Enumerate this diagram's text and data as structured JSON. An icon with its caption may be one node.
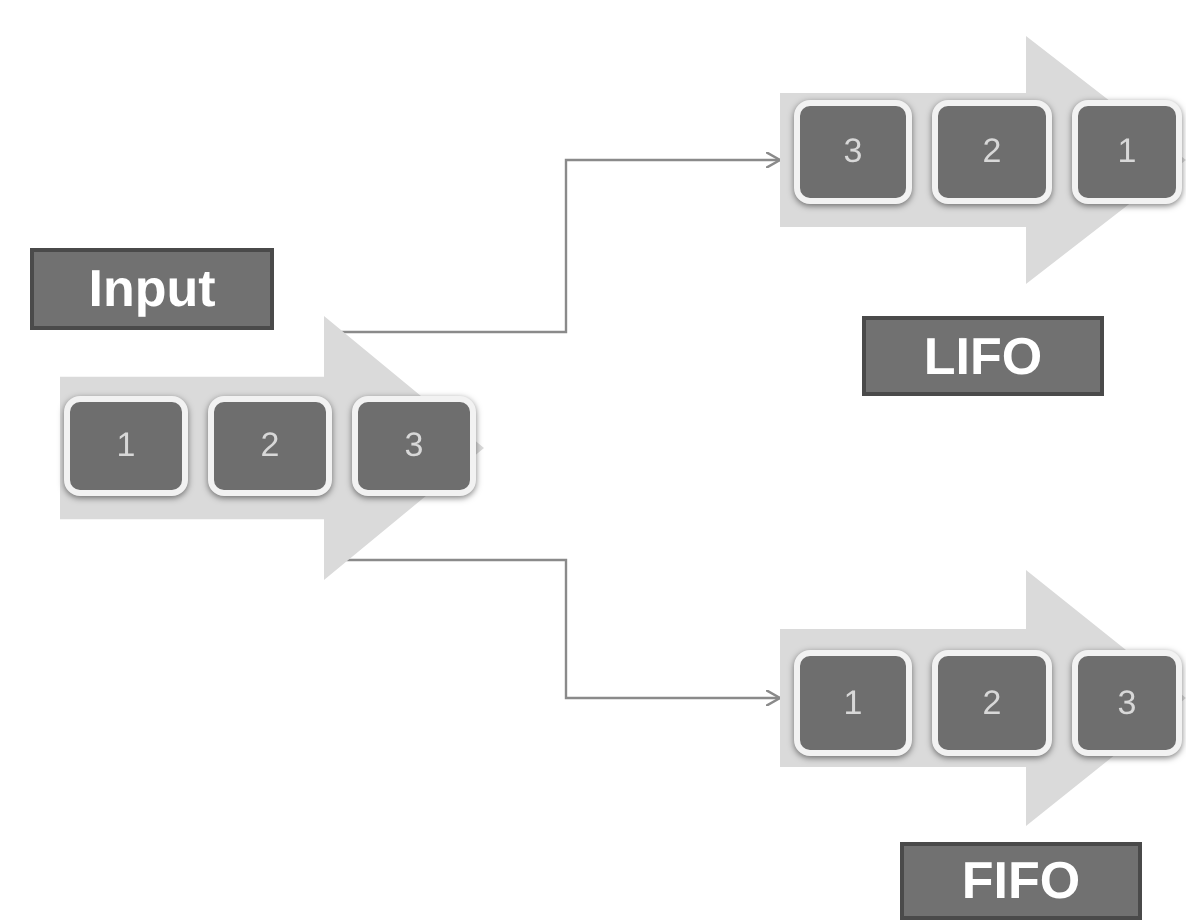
{
  "diagram": {
    "nodes": [
      {
        "text": [
          "Input"
        ]
      },
      {
        "text": [],
        "shape": "arrow"
      },
      {
        "text": [
          "1"
        ],
        "in": 1
      },
      {
        "text": [
          "2"
        ],
        "in": 1
      },
      {
        "text": [
          "3"
        ],
        "in": 1
      },
      {
        "text": [],
        "shape": "arrow"
      },
      {
        "text": [
          "3"
        ],
        "in": 5
      },
      {
        "text": [
          "2"
        ],
        "in": 5
      },
      {
        "text": [
          "1"
        ],
        "in": 5
      },
      {
        "text": [
          "LIFO"
        ]
      },
      {
        "text": [],
        "shape": "arrow"
      },
      {
        "text": [
          "1"
        ],
        "in": 10
      },
      {
        "text": [
          "2"
        ],
        "in": 10
      },
      {
        "text": [
          "3"
        ],
        "in": 10
      },
      {
        "text": [
          "FIFO"
        ]
      }
    ],
    "edges": [
      {
        "from": 1,
        "to": 5,
        "arrow": "to"
      },
      {
        "from": 1,
        "to": 10,
        "arrow": "to"
      }
    ]
  }
}
